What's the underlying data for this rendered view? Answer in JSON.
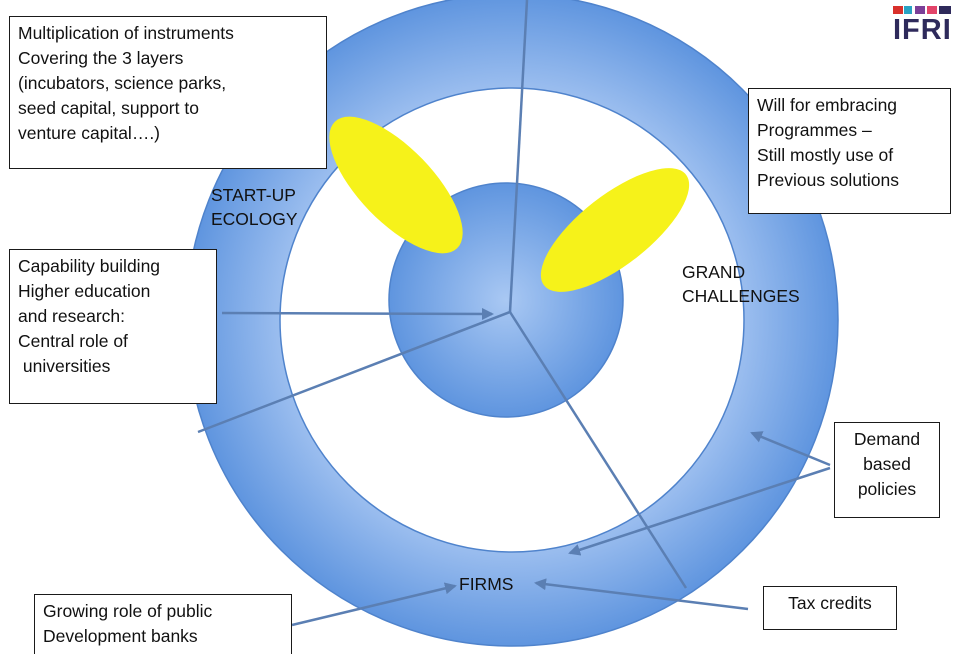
{
  "boxes": {
    "instruments": [
      "Multiplication of instruments",
      "Covering the 3 layers",
      "(incubators, science parks,",
      "seed capital, support to",
      "venture capital….)"
    ],
    "programmes": [
      "Will for embracing",
      "Programmes –",
      "Still mostly use of",
      "Previous solutions"
    ],
    "capability": [
      "Capability building",
      "Higher education",
      "and research:",
      "Central role of",
      " universities"
    ],
    "demand": [
      "Demand",
      "based",
      "policies"
    ],
    "tax": [
      "Tax credits"
    ],
    "banks": [
      "Growing role of public",
      "Development banks"
    ]
  },
  "labels": {
    "startup": [
      "START-UP",
      "ECOLOGY"
    ],
    "grand": [
      "GRAND",
      "CHALLENGES"
    ],
    "firms": "FIRMS"
  },
  "logo_text": "IFRI",
  "colors": {
    "ring_outer": "#5f95df",
    "ring_inner": "#a9c8f3",
    "ellipse": "#f6f21a",
    "arrow": "#5b7fb3",
    "border": "#1a1a1a"
  }
}
